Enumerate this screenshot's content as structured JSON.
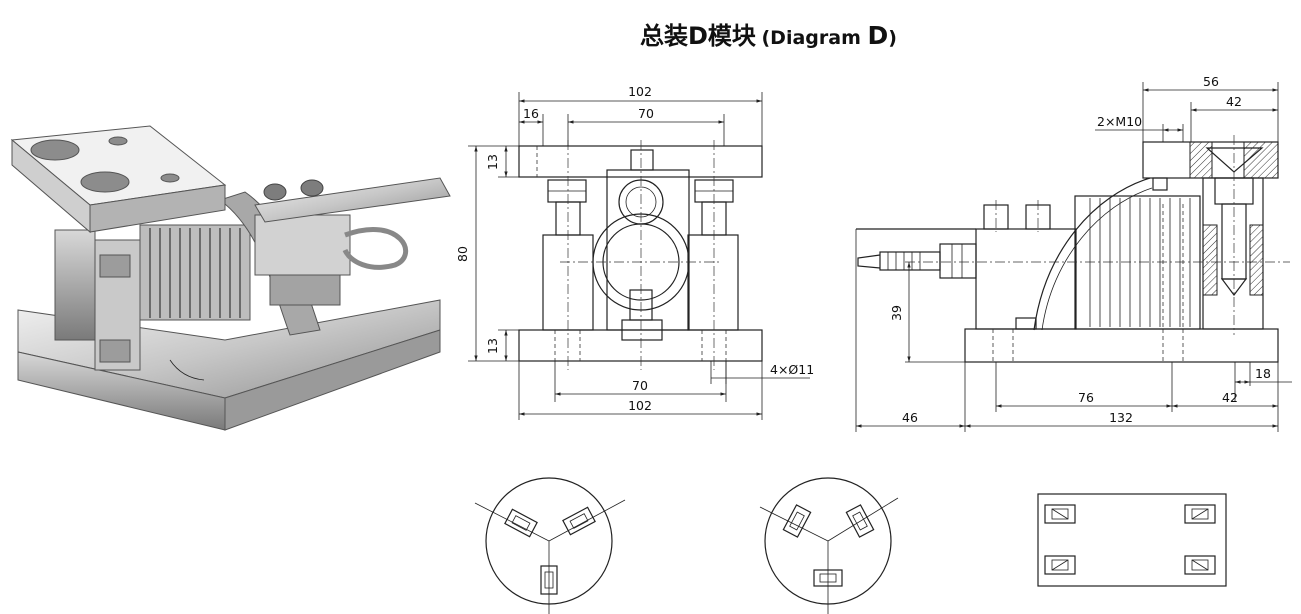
{
  "title": {
    "zh": "总装D模块",
    "en_open": "(Diagram ",
    "en_letter": "D",
    "en_close": ")"
  },
  "front_view": {
    "dims": {
      "top_width": "102",
      "inner_offset": "16",
      "hole_spacing_top": "70",
      "plate_top": "13",
      "height": "80",
      "plate_bottom": "13",
      "hole_spacing_bottom": "70",
      "bottom_width": "102",
      "holes": "4×Ø11"
    }
  },
  "side_view": {
    "dims": {
      "overall_top": "56",
      "right_offset": "42",
      "thread": "2×M10",
      "center_height": "39",
      "base_ext": "18",
      "right_bottom": "42",
      "mid_span": "76",
      "left_ext": "46",
      "total_length": "132"
    }
  },
  "colors": {
    "line": "#222222",
    "metal_light": "#e4e4e4",
    "metal_dark": "#8a8a8a"
  }
}
